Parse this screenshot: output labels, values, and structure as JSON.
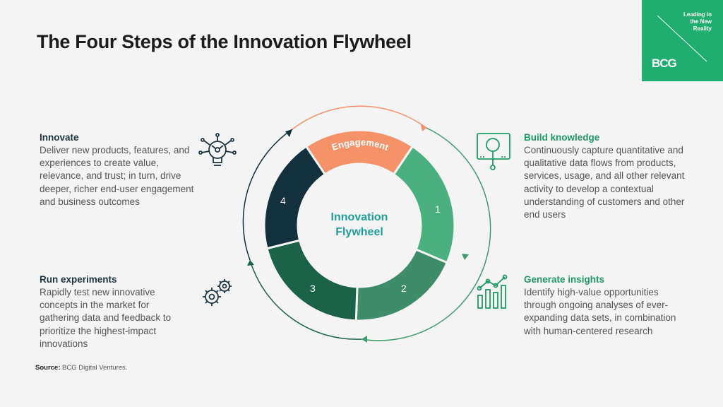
{
  "title": "The Four Steps of the Innovation Flywheel",
  "brand": {
    "tagline_lines": [
      "Leading in",
      "the New",
      "Reality"
    ],
    "logo": "BCG",
    "color": "#1fae6f"
  },
  "center_label_lines": [
    "Innovation",
    "Flywheel"
  ],
  "segments": {
    "engagement": "Engagement",
    "numbers": [
      "1",
      "2",
      "3",
      "4"
    ]
  },
  "blocks": {
    "innovate": {
      "title": "Innovate",
      "body": "Deliver new products, features, and experiences to create value, relevance, and trust; in turn, drive deeper, richer end-user engagement and business outcomes",
      "icon": "lightbulb-network-icon"
    },
    "run_experiments": {
      "title": "Run experiments",
      "body": "Rapidly test new innovative concepts in the market for gathering data and feedback to prioritize the highest-impact innovations",
      "icon": "gears-icon"
    },
    "build_knowledge": {
      "title": "Build knowledge",
      "body": "Continuously capture quantitative and qualitative data flows from products, services, usage, and all other relevant activity to develop a contextual understanding of customers and other end users",
      "icon": "magnifier-screen-icon"
    },
    "generate_insights": {
      "title": "Generate insights",
      "body": "Identify high-value opportunities through ongoing analyses of ever-expanding data sets, in combination with human-centered research",
      "icon": "bar-chart-icon"
    }
  },
  "source": {
    "label": "Source:",
    "text": " BCG Digital Ventures."
  },
  "colors": {
    "engagement": "#f5926a",
    "seg1": "#4ab07f",
    "seg2": "#3e8c6a",
    "seg3": "#1b6248",
    "seg4": "#13303d",
    "center_text": "#1f9e9a"
  }
}
